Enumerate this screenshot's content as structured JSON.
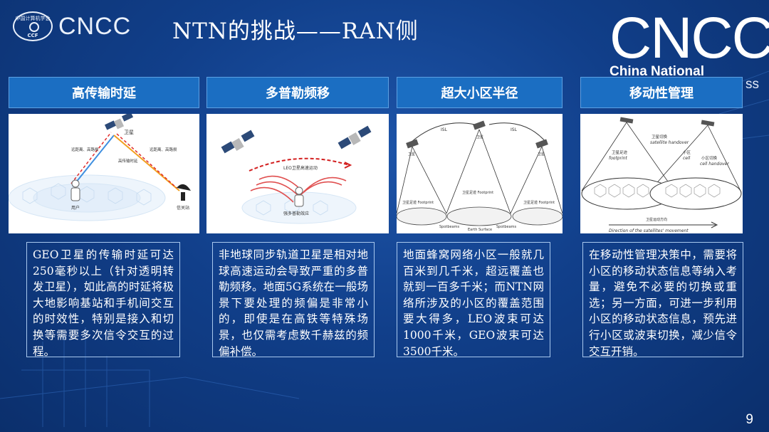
{
  "header": {
    "slide_title": "NTN的挑战——RAN侧",
    "small_logo_text": "CNCC",
    "seal_top_text": "中国计算机学会",
    "seal_bottom_text": "CCF",
    "brand_big": "CNCC",
    "brand_sub": "China National",
    "brand_tail": "ss"
  },
  "panels": [
    {
      "title": "高传输时延",
      "image_labels": {
        "satellite": "卫星",
        "far": "远距离、高路损",
        "far2": "远距离、高路损",
        "delay": "高传输时延",
        "user": "用户",
        "station": "信关站"
      },
      "text": "GEO卫星的传输时延可达250毫秒以上（针对透明转发卫星），如此高的时延将极大地影响基站和手机间交互的时效性，特别是接入和切换等需要多次信令交互的过程。"
    },
    {
      "title": "多普勒频移",
      "image_labels": {
        "motion": "LEO卫星高速运动",
        "effect": "强多普勒效应"
      },
      "text": "非地球同步轨道卫星是相对地球高速运动会导致严重的多普勒频移。地面5G系统在一般场景下要处理的频偏是非常小的，即使是在高铁等特殊场景，也仅需考虑数千赫兹的频偏补偿。"
    },
    {
      "title": "超大小区半径",
      "image_labels": {
        "isl1": "ISL",
        "isl2": "ISL",
        "sat1": "卫星",
        "sat2": "卫星",
        "sat3": "卫星",
        "footprint1": "卫星足迹 Footprint",
        "footprint2": "卫星足迹 Footprint",
        "footprint3": "卫星足迹 Footprint",
        "spotbeams1": "Spotbeams",
        "spotbeams2": "Spotbeams",
        "earth": "Earth Surface"
      },
      "text": "地面蜂窝网络小区一般就几百米到几千米，超远覆盖也就到一百多千米；而NTN网络所涉及的小区的覆盖范围要大得多，LEO波束可达1000千米，GEO波束可达3500千米。"
    },
    {
      "title": "移动性管理",
      "image_labels": {
        "sat_handover": "卫星切换",
        "sat_handover_en": "satellite handover",
        "footprint_cn": "卫星足迹",
        "footprint_en": "footprint",
        "cell_cn": "小区",
        "cell_en": "cell",
        "cell_handover_cn": "小区切换",
        "cell_handover_en": "cell handover",
        "direction_cn": "卫星运动方向",
        "direction_en": "Direction of the satellites' movement"
      },
      "text": "在移动性管理决策中，需要将小区的移动状态信息等纳入考量，避免不必要的切换或重选；另一方面，可进一步利用小区的移动状态信息，预先进行小区或波束切换，减少信令交互开销。"
    }
  ],
  "footer": {
    "page_number": "9"
  },
  "colors": {
    "background": "#113f8a",
    "header_fill": "#1b6ec2",
    "border": "#a8c8ee",
    "delay_line": "#e02a2a",
    "signal_line": "#3f8fe0"
  }
}
